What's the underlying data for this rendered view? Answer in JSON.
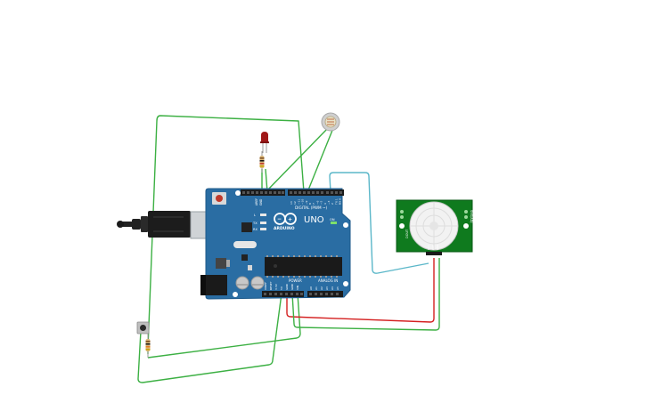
{
  "arduino": {
    "brand": "ARDUINO",
    "model": "UNO",
    "on_label": "ON",
    "tx_label": "TX",
    "rx_label": "RX",
    "l_label": "L",
    "digital_label": "DIGITAL (PWM ~)",
    "aref_label": "AREF",
    "gnd_label": "GND",
    "power_label": "POWER",
    "analog_label": "ANALOG IN",
    "power_pins": [
      "IOREF",
      "RESET",
      "3.3V",
      "5V",
      "GND",
      "GND",
      "VIN"
    ],
    "analog_pins": [
      "A0",
      "A1",
      "A2",
      "A3",
      "A4",
      "A5"
    ],
    "digital_pins": [
      "13",
      "12",
      "~11",
      "~10",
      "~9",
      "8",
      "7",
      "~6",
      "~5",
      "4",
      "~3",
      "2",
      "TX 1",
      "RX 0"
    ]
  },
  "pir": {
    "left_label": "DOUT",
    "right_label": "SNS/ADJ",
    "pins": [
      "VCC",
      "OUT",
      "GND"
    ]
  },
  "colors": {
    "board": "#2a6da3",
    "board_dark": "#1f5a8a",
    "wire_green": "#3cb043",
    "wire_red": "#d42020",
    "wire_cyan": "#5bb7c9",
    "pir_board": "#0f7a1e",
    "led": "#a01818"
  },
  "icons": {
    "usb": "usb-b-connector-icon",
    "power_jack": "dc-power-jack-icon",
    "reset": "reset-button-icon",
    "logo": "infinity-logo-icon"
  }
}
